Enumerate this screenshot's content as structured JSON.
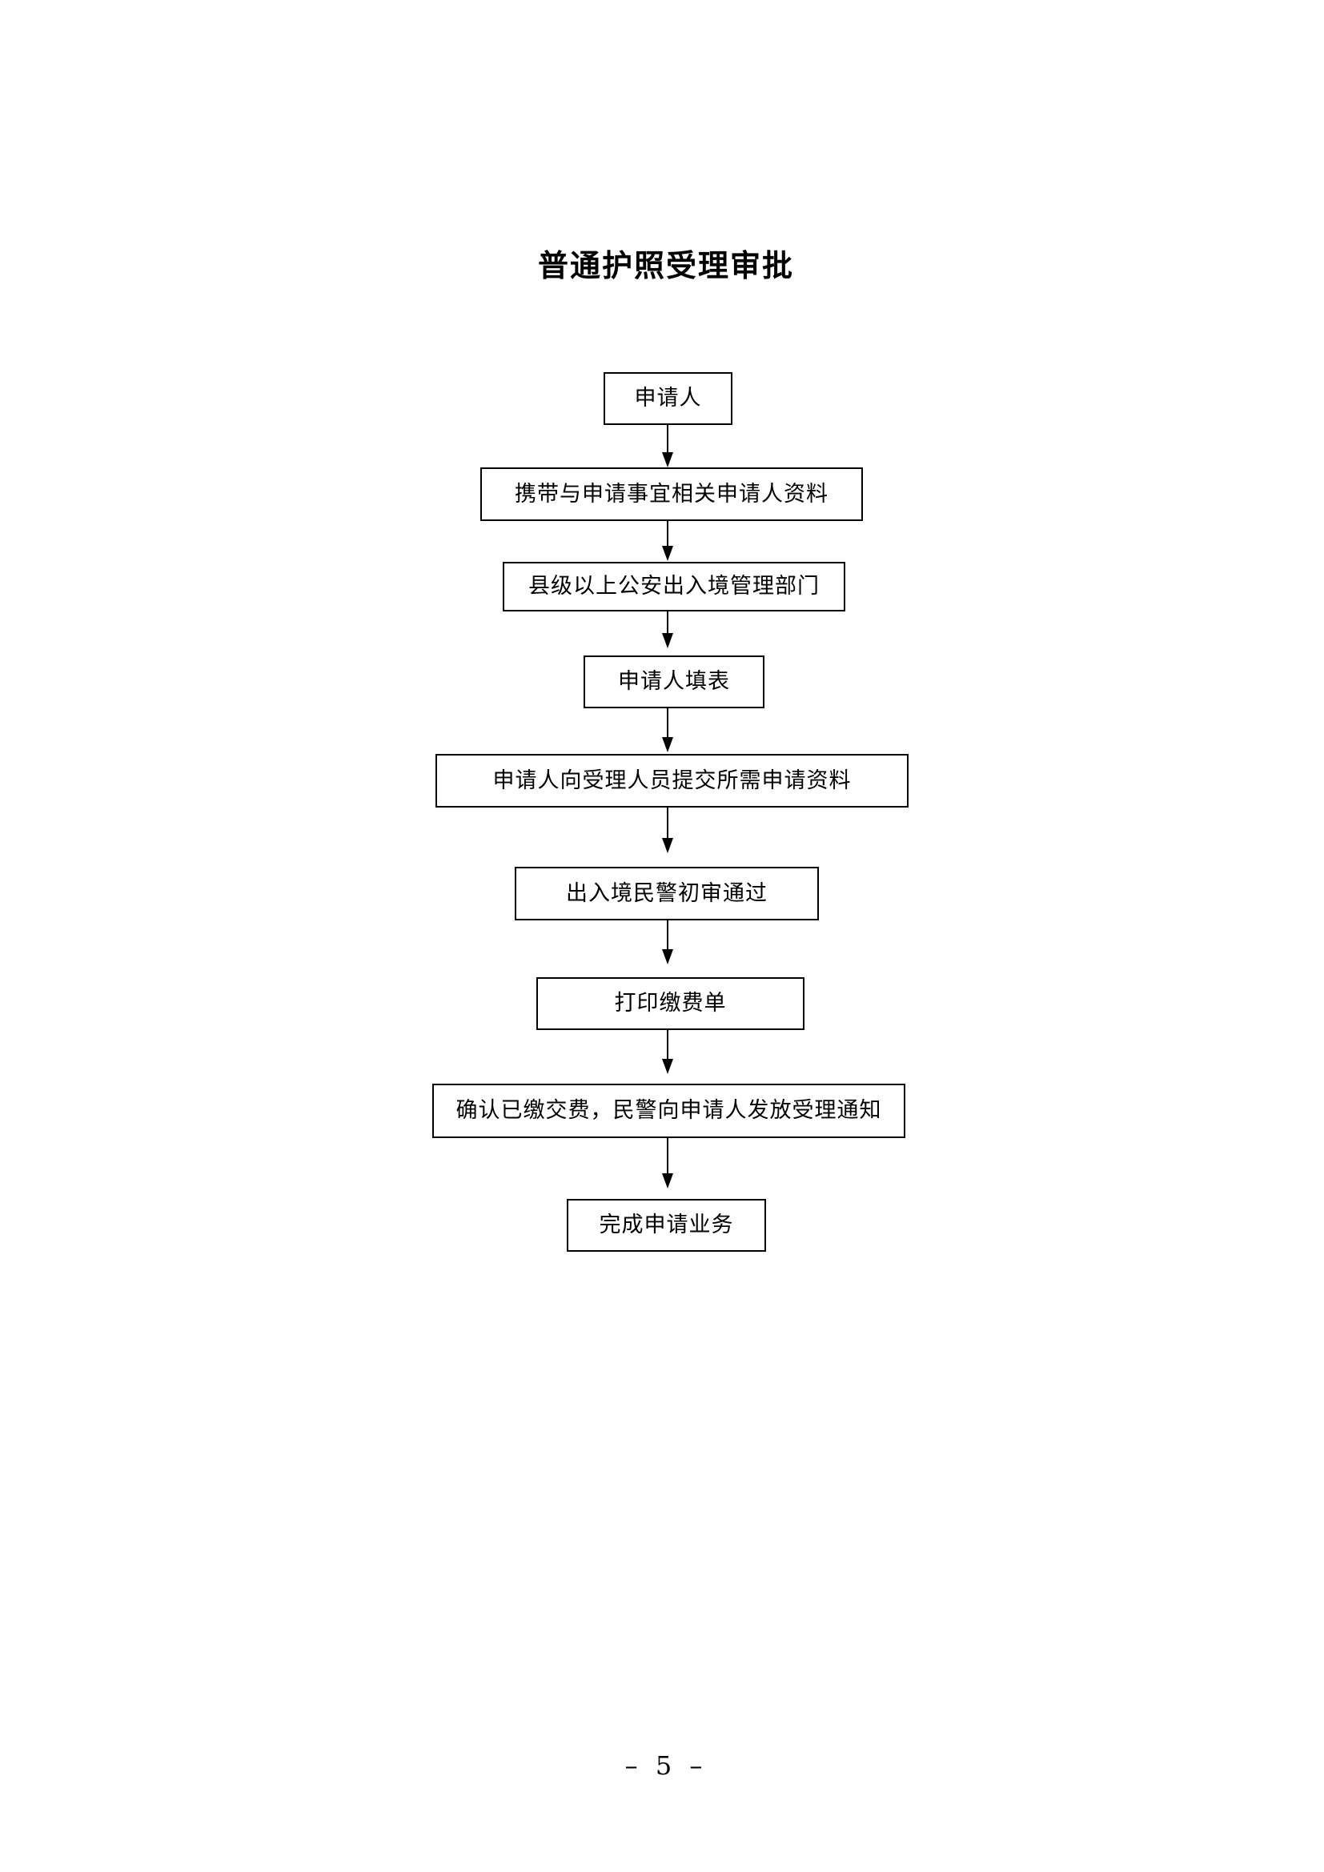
{
  "document": {
    "title": "普通护照受理审批",
    "page_number": "– 5 –"
  },
  "flowchart": {
    "steps": [
      {
        "label": "申请人"
      },
      {
        "label": "携带与申请事宜相关申请人资料"
      },
      {
        "label": "县级以上公安出入境管理部门"
      },
      {
        "label": "申请人填表"
      },
      {
        "label": "申请人向受理人员提交所需申请资料"
      },
      {
        "label": "出入境民警初审通过"
      },
      {
        "label": "打印缴费单"
      },
      {
        "label": "确认已缴交费，民警向申请人发放受理通知"
      },
      {
        "label": "完成申请业务"
      }
    ],
    "line_color": "#000000"
  }
}
